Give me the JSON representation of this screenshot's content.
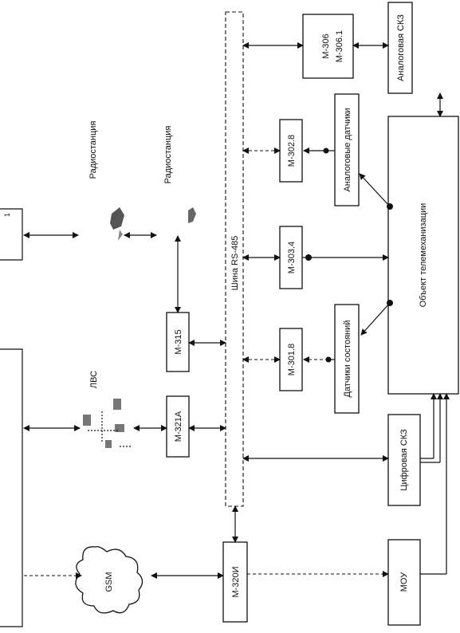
{
  "diagram": {
    "bus": "Шина RS-485",
    "modules": {
      "m306": "М-306",
      "m306_1": "М-306.1",
      "m302_8": "М-302.8",
      "m303_4": "М-303.4",
      "m301_8": "М-301.8",
      "m315": "М-315",
      "m321a": "М-321А",
      "m320i": "М-320И"
    },
    "blocks": {
      "analog_skz": "Аналоговая СКЗ",
      "analog_sensors": "Аналоговые датчики",
      "state_sensors": "Датчики состояний",
      "digital_skz": "Цифровая СКЗ",
      "telemech_object": "Объект телемеханизации",
      "mou": "МОУ"
    },
    "network": {
      "radio_1": "Радиостанция",
      "radio_2": "Радиостанция",
      "lan": "ЛВС",
      "gsm": "GSM"
    }
  }
}
